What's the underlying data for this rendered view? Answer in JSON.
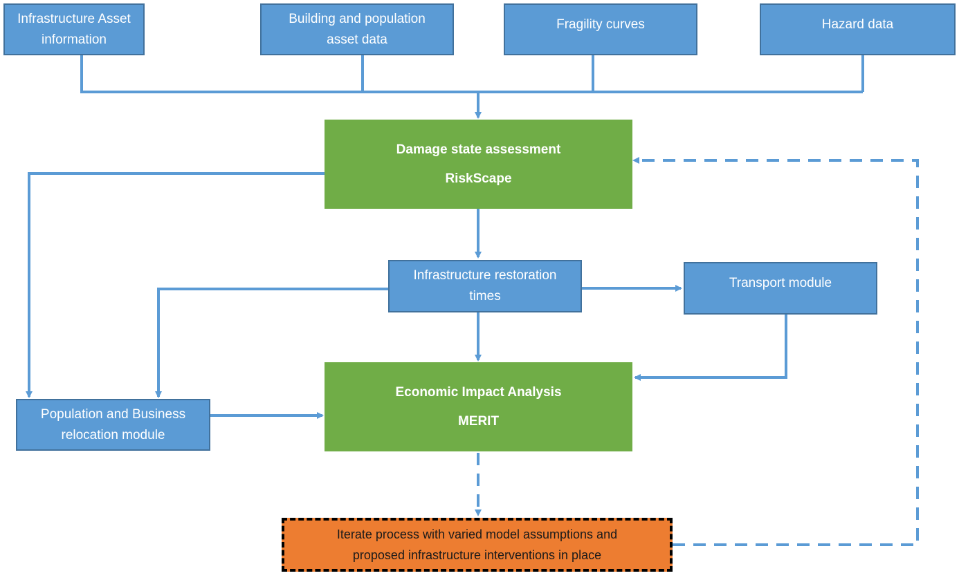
{
  "diagram": {
    "colors": {
      "input_box": "#5b9bd5",
      "model_box": "#70ad47",
      "iterate_box": "#ed7d31",
      "connector": "#5b9bd5"
    },
    "inputs": [
      {
        "id": "infra-asset",
        "lines": [
          "Infrastructure Asset",
          "information"
        ]
      },
      {
        "id": "building-pop",
        "lines": [
          "Building and population",
          "asset data"
        ]
      },
      {
        "id": "fragility",
        "lines": [
          "Fragility curves"
        ]
      },
      {
        "id": "hazard",
        "lines": [
          "Hazard data"
        ]
      }
    ],
    "damage": {
      "title": "Damage state assessment",
      "tool": "RiskScape"
    },
    "restoration": {
      "lines": [
        "Infrastructure restoration",
        "times"
      ]
    },
    "transport": {
      "lines": [
        "Transport module"
      ]
    },
    "relocation": {
      "lines": [
        "Population and Business",
        "relocation module"
      ]
    },
    "economic": {
      "title": "Economic Impact Analysis",
      "tool": "MERIT"
    },
    "iterate": {
      "lines": [
        "Iterate process with varied model assumptions and",
        "proposed infrastructure interventions in place"
      ]
    },
    "edges": [
      {
        "from": "inputs",
        "to": "damage",
        "style": "solid"
      },
      {
        "from": "damage",
        "to": "restoration",
        "style": "solid"
      },
      {
        "from": "damage",
        "to": "relocation",
        "style": "solid"
      },
      {
        "from": "restoration",
        "to": "transport",
        "style": "solid"
      },
      {
        "from": "restoration",
        "to": "relocation",
        "style": "solid"
      },
      {
        "from": "restoration",
        "to": "economic",
        "style": "solid"
      },
      {
        "from": "transport",
        "to": "economic",
        "style": "solid"
      },
      {
        "from": "relocation",
        "to": "economic",
        "style": "solid"
      },
      {
        "from": "economic",
        "to": "iterate",
        "style": "dashed"
      },
      {
        "from": "iterate",
        "to": "damage",
        "style": "dashed"
      }
    ]
  }
}
